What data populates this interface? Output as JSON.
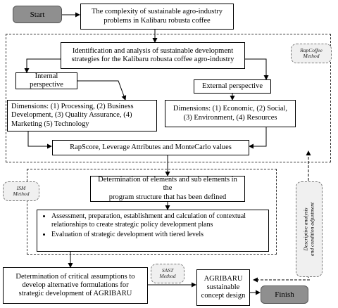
{
  "nodes": {
    "start": "Start",
    "finish": "Finish",
    "complexity": [
      "The complexity of sustainable agro-industry",
      "problems in Kalibaru robusta coffee"
    ],
    "identification": [
      "Identification and analysis of sustainable development",
      "strategies for the Kalibaru robusta coffee agro-industry"
    ],
    "internal": "Internal perspective",
    "external": "External perspective",
    "internal_dims": [
      "Dimensions: (1) Processing, (2) Business",
      "Development, (3) Quality Assurance, (4)",
      "Marketing (5) Technology"
    ],
    "external_dims": [
      "Dimensions: (1) Economic, (2) Social,",
      "(3) Environment, (4) Resources"
    ],
    "rapscore": "RapScore, Leverage Attributes and MonteCarlo values",
    "determination": [
      "Determination of elements and sub elements in the",
      "program structure that has been defined"
    ],
    "bullets": [
      "Assessment, preparation, establishment and calculation of contextual relationships to create strategic policy development plans",
      "Evaluation of strategic development with tiered levels"
    ],
    "critical": [
      "Determination of critical assumptions to",
      "develop alternative formulations for",
      "strategic development of AGRIBARU"
    ],
    "agribaru": [
      "AGRIBARU",
      "sustainable",
      "concept design"
    ]
  },
  "methods": {
    "rapcoffee": [
      "RapCoffee",
      "Method"
    ],
    "ism": [
      "ISM",
      "Method"
    ],
    "sast": [
      "SAST",
      "Method"
    ],
    "descriptive": [
      "Descriptive analysis",
      "and condition adjustment"
    ]
  }
}
